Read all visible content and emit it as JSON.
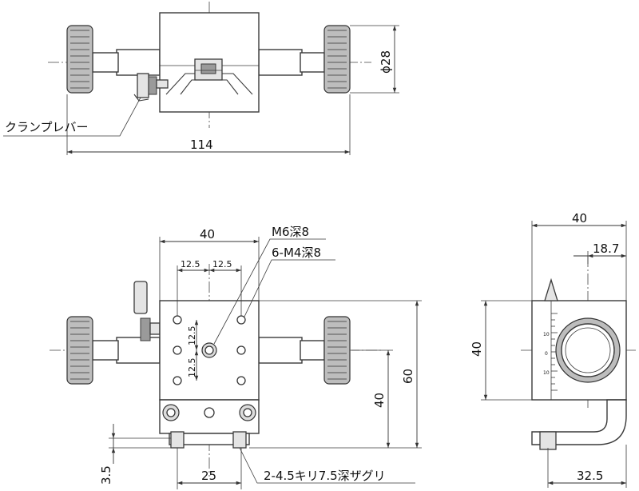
{
  "top_view": {
    "dim_width": "114",
    "dim_knob_dia": "ϕ28",
    "clamp_lever_label": "クランプレバー"
  },
  "front_view": {
    "dim_top_width": "40",
    "dim_pitch_left": "12.5",
    "dim_pitch_right": "12.5",
    "dim_v_pitch_upper": "12.5",
    "dim_v_pitch_lower": "12.5",
    "label_m6": "M6深8",
    "label_m4": "6-M4深8",
    "dim_height_60": "60",
    "dim_height_40": "40",
    "dim_bottom_25": "25",
    "dim_step_35": "3.5",
    "label_counterbore": "2-4.5キリ7.5深ザグリ"
  },
  "side_view": {
    "dim_top_width": "40",
    "dim_offset": "18.7",
    "dim_height": "40",
    "dim_bottom": "32.5",
    "scale_top": "10",
    "scale_mid": "0",
    "scale_bottom": "10"
  }
}
